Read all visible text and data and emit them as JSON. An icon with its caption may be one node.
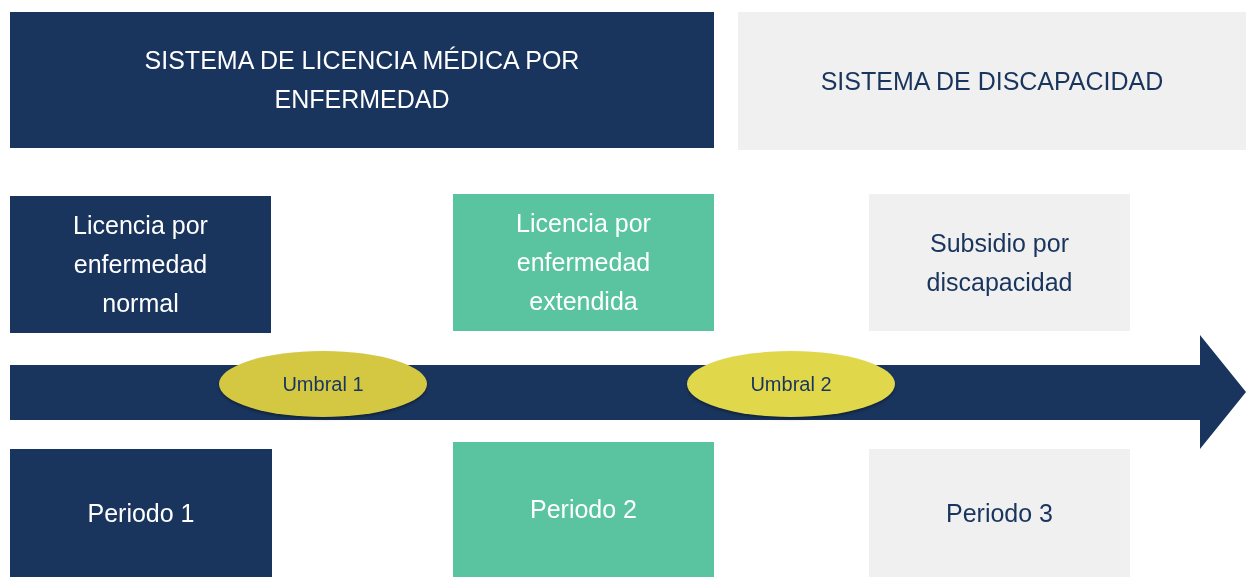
{
  "diagram": {
    "nodes": [
      {
        "text": [
          "SISTEMA DE LICENCIA MÉDICA POR ENFERMEDAD"
        ]
      },
      {
        "text": [
          "SISTEMA DE DISCAPACIDAD"
        ]
      },
      {
        "text": [
          "Licencia por enfermedad normal"
        ]
      },
      {
        "text": [
          "Licencia por enfermedad extendida"
        ]
      },
      {
        "text": [
          "Subsidio por discapacidad"
        ]
      },
      {
        "text": [],
        "shape": "arrow"
      },
      {
        "text": [
          "Umbral 1"
        ],
        "in": 5
      },
      {
        "text": [
          "Umbral 2"
        ],
        "in": 5
      },
      {
        "text": [
          "Periodo 1"
        ]
      },
      {
        "text": [
          "Periodo 2"
        ]
      },
      {
        "text": [
          "Periodo 3"
        ]
      }
    ],
    "edges": []
  }
}
